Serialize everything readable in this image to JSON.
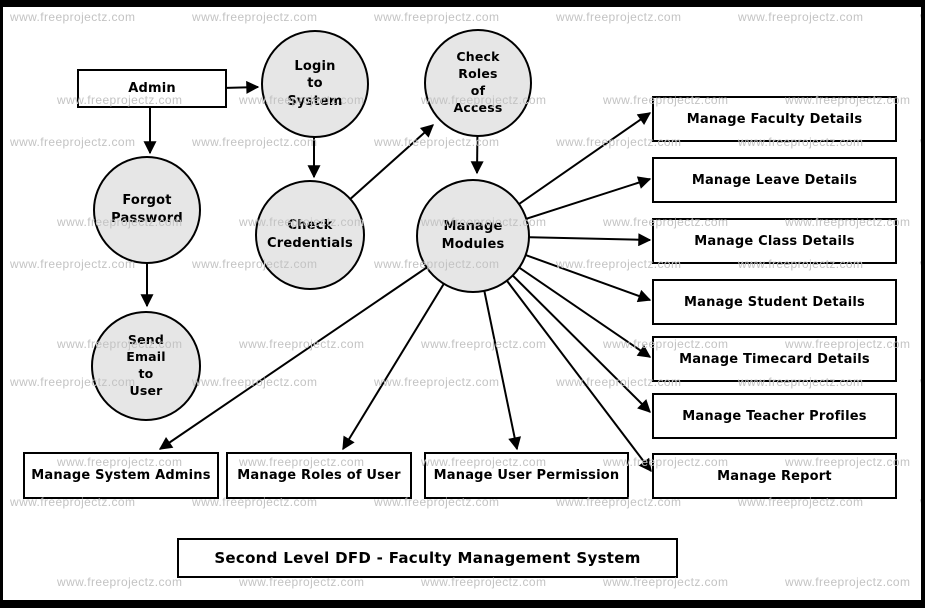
{
  "watermark": {
    "text": "www.freeprojectz.com",
    "color": "#c3c3c3"
  },
  "title": {
    "label": "Second Level DFD - Faculty Management System"
  },
  "colors": {
    "background": "#ffffff",
    "process_fill": "#e6e6e6",
    "line": "#000000",
    "watermark": "#c3c3c3"
  },
  "nodes": {
    "admin": {
      "label": "Admin",
      "type": "external-entity"
    },
    "login": {
      "label": "Login\nto\nSystem",
      "type": "process"
    },
    "check_roles": {
      "label": "Check\nRoles\nof\nAccess",
      "type": "process"
    },
    "forgot_password": {
      "label": "Forgot\nPassword",
      "type": "process"
    },
    "check_credentials": {
      "label": "Check\nCredentials",
      "type": "process"
    },
    "manage_modules": {
      "label": "Manage\nModules",
      "type": "process"
    },
    "send_email": {
      "label": "Send\nEmail\nto\nUser",
      "type": "process"
    },
    "faculty": {
      "label": "Manage Faculty Details",
      "type": "data-store"
    },
    "leave": {
      "label": "Manage Leave Details",
      "type": "data-store"
    },
    "class": {
      "label": "Manage Class Details",
      "type": "data-store"
    },
    "student": {
      "label": "Manage Student Details",
      "type": "data-store"
    },
    "timecard": {
      "label": "Manage Timecard Details",
      "type": "data-store"
    },
    "teacher": {
      "label": "Manage Teacher Profiles",
      "type": "data-store"
    },
    "report": {
      "label": "Manage Report",
      "type": "data-store"
    },
    "system_admins": {
      "label": "Manage System Admins",
      "type": "data-store"
    },
    "roles_of_user": {
      "label": "Manage Roles of User",
      "type": "data-store"
    },
    "user_permission": {
      "label": "Manage User Permission",
      "type": "data-store"
    }
  }
}
